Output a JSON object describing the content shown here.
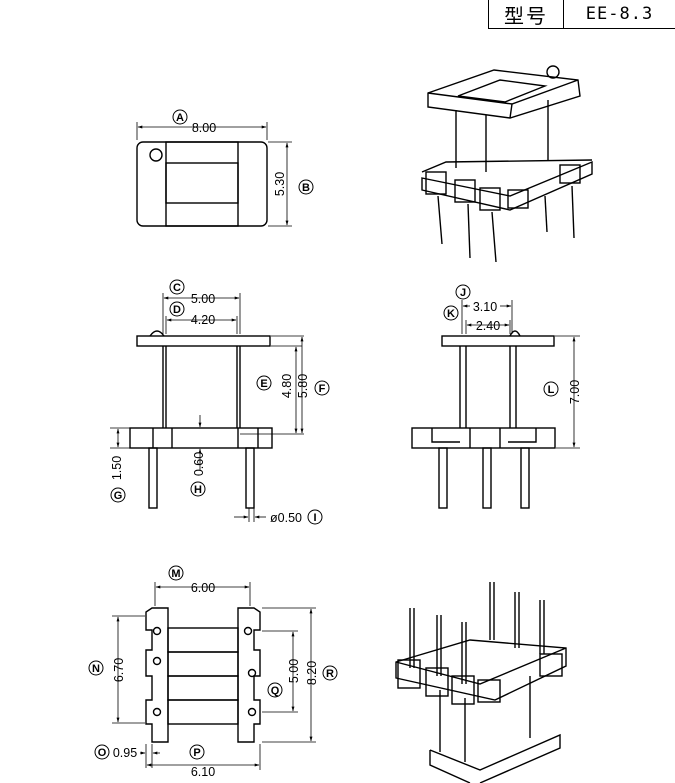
{
  "title_block": {
    "label": "型号",
    "model": "EE-8.3"
  },
  "top_view": {
    "width": {
      "letter": "A",
      "value": "8.00"
    },
    "height": {
      "letter": "B",
      "value": "5.30"
    }
  },
  "front_view": {
    "outer_width": {
      "letter": "C",
      "value": "5.00"
    },
    "inner_width": {
      "letter": "D",
      "value": "4.20"
    },
    "inner_height": {
      "letter": "E",
      "value": "4.80"
    },
    "outer_height": {
      "letter": "F",
      "value": "5.80"
    },
    "base_height": {
      "letter": "G",
      "value": "1.50"
    },
    "gap": {
      "letter": "H",
      "value": "0.60"
    },
    "pin_dia": {
      "letter": "I",
      "value": "ø0.50"
    }
  },
  "side_view": {
    "flange_width": {
      "letter": "J",
      "value": "3.10"
    },
    "inner_width": {
      "letter": "K",
      "value": "2.40"
    },
    "total_height": {
      "letter": "L",
      "value": "7.00"
    }
  },
  "bottom_view": {
    "pin_span": {
      "letter": "M",
      "value": "6.00"
    },
    "width": {
      "letter": "N",
      "value": "6.70"
    },
    "inner_pitch": {
      "letter": "Q",
      "value": "5.00"
    },
    "outer": {
      "letter": "R",
      "value": "8.20"
    },
    "pin_offset": {
      "letter": "O",
      "value": "0.95"
    },
    "base_width": {
      "letter": "P",
      "value": "6.10"
    }
  }
}
